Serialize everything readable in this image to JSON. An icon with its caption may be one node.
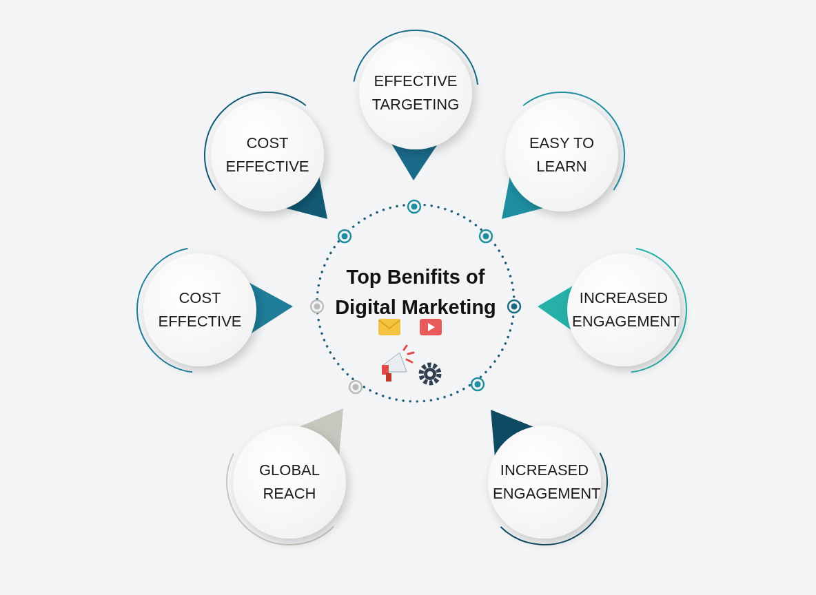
{
  "diagram": {
    "nodes": [
      {
        "text": [
          "EFFECTIVE TARGETING"
        ]
      },
      {
        "text": [
          "COST EFFECTIVE"
        ]
      },
      {
        "text": [
          "EASY TO LEARN"
        ]
      },
      {
        "text": [
          "COST EFFECTIVE"
        ]
      },
      {
        "text": [
          "Top Benifits of Digital Marketing"
        ]
      },
      {
        "text": [
          "INCREASED ENGAGEMENT"
        ]
      },
      {
        "text": [
          "GLOBAL REACH"
        ]
      },
      {
        "text": [
          "INCREASED ENGAGEMENT"
        ]
      }
    ]
  }
}
